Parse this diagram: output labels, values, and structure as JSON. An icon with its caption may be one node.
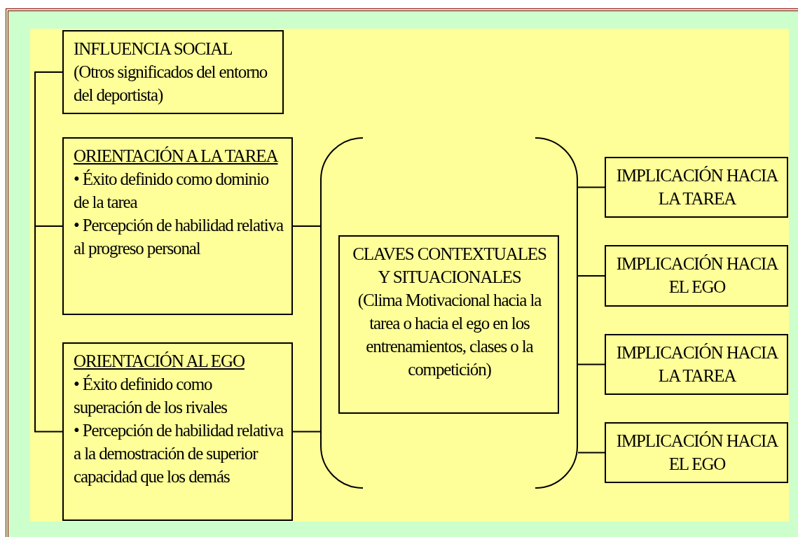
{
  "diagram": {
    "nodes": [
      {
        "text": [
          "INFLUENCIA SOCIAL",
          "(Otros significados del entorno del deportista)"
        ]
      },
      {
        "text": [
          "ORIENTACIÓN A LA TAREA",
          "• Éxito definido como dominio de la tarea",
          "• Percepción de habilidad relativa al progreso personal"
        ]
      },
      {
        "text": [
          "ORIENTACIÓN AL EGO",
          "• Éxito definido como superación de los rivales",
          "• Percepción de habilidad relativa a la demostración de superior capacidad que los demás"
        ]
      },
      {
        "text": [],
        "shape": "parenthesis"
      },
      {
        "text": [
          "CLAVES CONTEXTUALES Y SITUACIONALES",
          "(Clima Motivacional hacia la tarea o hacia el ego en los entrenamientos, clases o la competición)"
        ],
        "in": 3
      },
      {
        "text": [
          "IMPLICACIÓN HACIA LA TAREA"
        ]
      },
      {
        "text": [
          "IMPLICACIÓN HACIA EL EGO"
        ]
      },
      {
        "text": [
          "IMPLICACIÓN HACIA LA TAREA"
        ]
      },
      {
        "text": [
          "IMPLICACIÓN HACIA EL EGO"
        ]
      }
    ],
    "edges": [
      {
        "from": 0,
        "to": 1,
        "arrow": "none"
      },
      {
        "from": 1,
        "to": 2,
        "arrow": "none"
      },
      {
        "from": 1,
        "to": 3,
        "arrow": "none"
      },
      {
        "from": 2,
        "to": 3,
        "arrow": "none"
      },
      {
        "from": 3,
        "to": 5,
        "arrow": "none"
      },
      {
        "from": 3,
        "to": 6,
        "arrow": "none"
      },
      {
        "from": 3,
        "to": 7,
        "arrow": "none"
      },
      {
        "from": 3,
        "to": 8,
        "arrow": "none"
      }
    ]
  }
}
